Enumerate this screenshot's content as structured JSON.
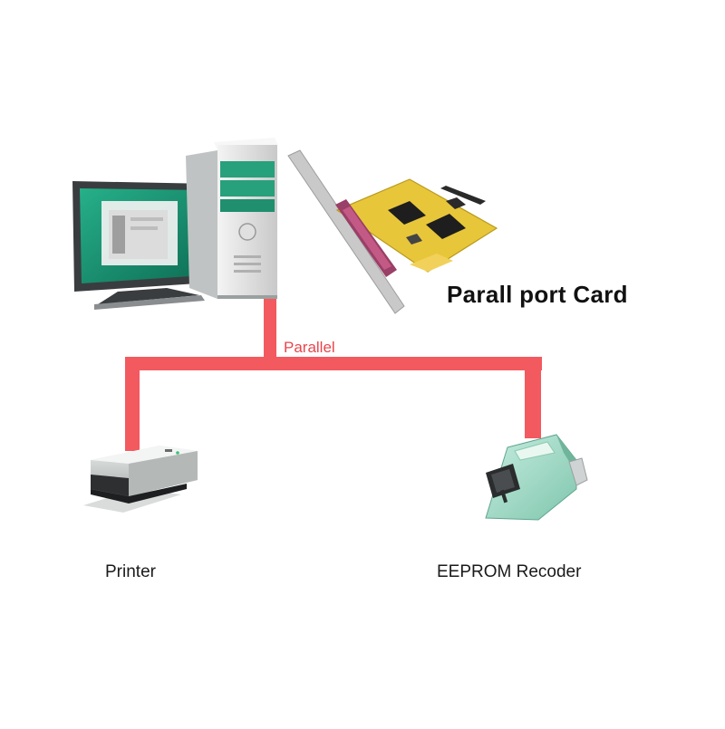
{
  "card": {
    "label": "Parall port Card"
  },
  "bus": {
    "label": "Parallel"
  },
  "devices": {
    "printer": {
      "label": "Printer"
    },
    "eeprom": {
      "label": "EEPROM Recoder"
    }
  },
  "colors": {
    "bus_line": "#f25a5f",
    "bus_label": "#e8474d",
    "screen": "#1f9a74",
    "pcb": "#e8c63a",
    "bracket": "#c9c9c9",
    "connector": "#9a3f67",
    "device_body": "#d8dcdc",
    "recorder_body": "#a9d9c6"
  },
  "icons": [
    "desktop-computer-icon",
    "pci-parallel-card-icon",
    "printer-icon",
    "eeprom-programmer-icon"
  ]
}
